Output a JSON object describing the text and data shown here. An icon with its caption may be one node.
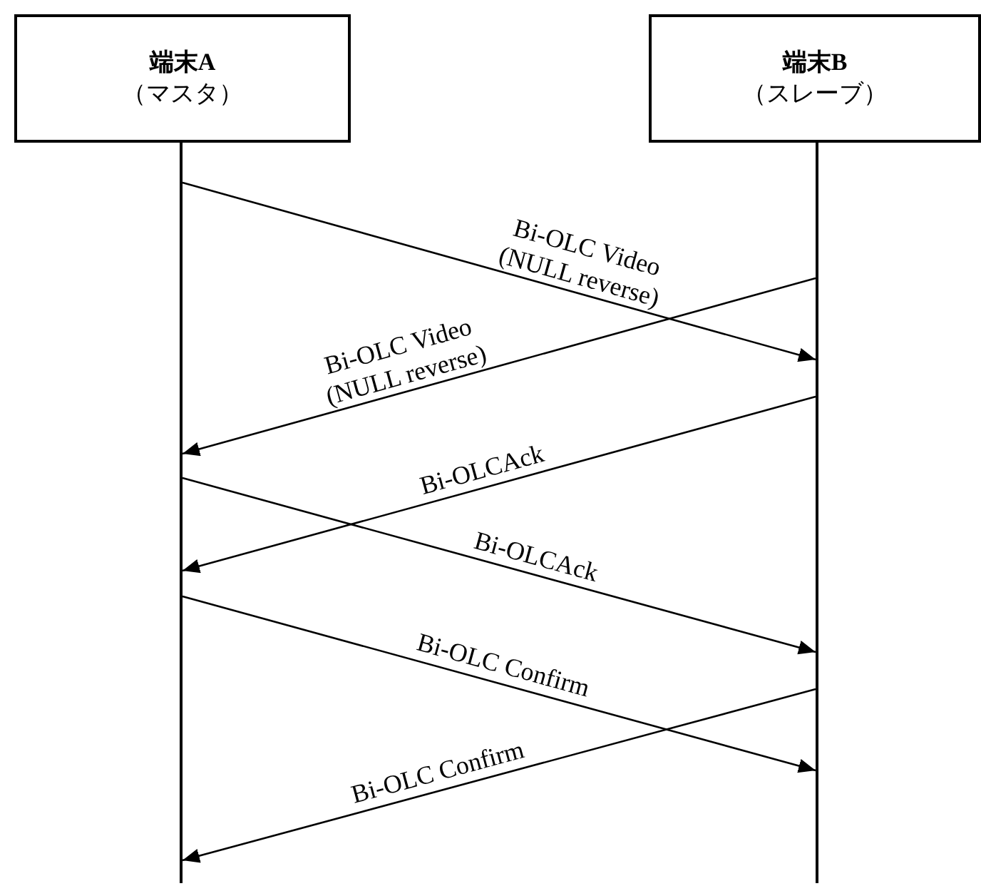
{
  "diagram": {
    "nodes": [
      {
        "text": [
          "端末A",
          "（マスタ）"
        ]
      },
      {
        "text": [
          "端末B",
          "（スレーブ）"
        ]
      },
      {
        "text": [],
        "shape": "bar"
      },
      {
        "text": [],
        "shape": "bar"
      }
    ],
    "edges": [
      {
        "from": 2,
        "to": 3,
        "arrow": "to",
        "label": "Bi-OLC Video (NULL reverse)"
      },
      {
        "from": 3,
        "to": 2,
        "arrow": "to",
        "label": "Bi-OLC Video (NULL reverse)"
      },
      {
        "from": 3,
        "to": 2,
        "arrow": "to",
        "label": "Bi-OLCAck"
      },
      {
        "from": 2,
        "to": 3,
        "arrow": "to",
        "label": "Bi-OLCAck"
      },
      {
        "from": 2,
        "to": 3,
        "arrow": "to",
        "label": "Bi-OLC Confirm"
      },
      {
        "from": 3,
        "to": 2,
        "arrow": "to",
        "label": "Bi-OLC Confirm"
      }
    ]
  }
}
